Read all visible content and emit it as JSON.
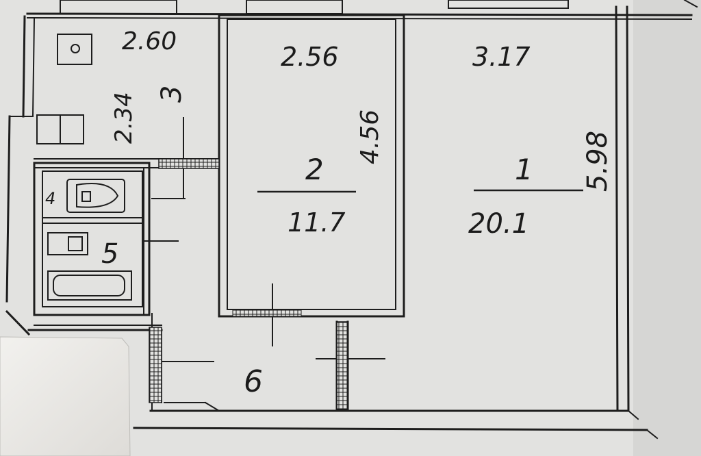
{
  "colors": {
    "paper": "#e2e2e0",
    "ink": "#1d1d1d",
    "shadow": "#c9c9c7",
    "card": "#ecebe8"
  },
  "rooms": {
    "room1": {
      "number": "1",
      "area": "20.1",
      "width": "3.17",
      "length": "5.98"
    },
    "room2": {
      "number": "2",
      "area": "11.7",
      "width": "2.56",
      "length": "4.56"
    },
    "room3": {
      "number": "3",
      "width": "2.60",
      "length": "2.34"
    },
    "room4": {
      "number": "4"
    },
    "room5": {
      "number": "5"
    },
    "room6": {
      "number": "6"
    }
  }
}
